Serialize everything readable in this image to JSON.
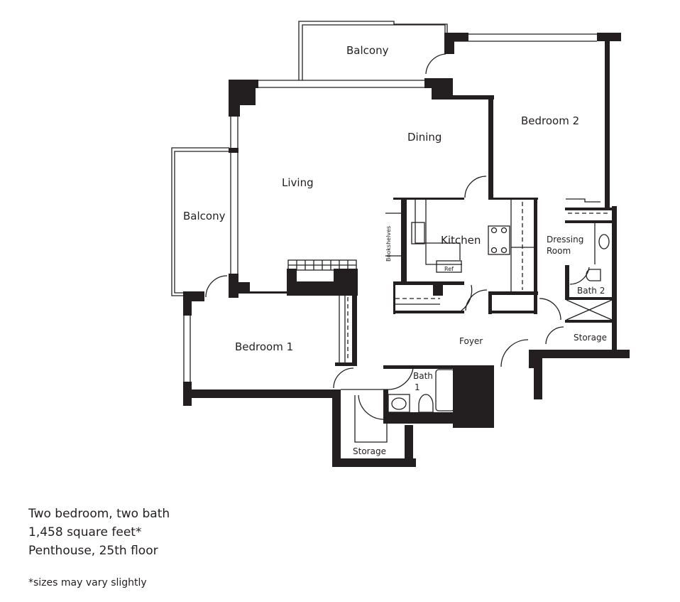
{
  "floorplan": {
    "rooms": {
      "balcony_top": "Balcony",
      "balcony_left": "Balcony",
      "dining": "Dining",
      "living": "Living",
      "bedroom2": "Bedroom 2",
      "kitchen": "Kitchen",
      "bookshelves": "Bookshelves",
      "ref": "Ref",
      "dressing_line1": "Dressing",
      "dressing_line2": "Room",
      "bath2": "Bath 2",
      "storage_right": "Storage",
      "foyer": "Foyer",
      "bedroom1": "Bedroom 1",
      "bath1_line1": "Bath",
      "bath1_line2": "1",
      "storage_bottom": "Storage"
    },
    "colors": {
      "wall": "#231f20",
      "background": "#ffffff"
    }
  },
  "summary": {
    "line1": "Two bedroom, two bath",
    "line2": "1,458 square feet*",
    "line3": "Penthouse, 25th floor",
    "footnote": "*sizes may vary slightly"
  }
}
